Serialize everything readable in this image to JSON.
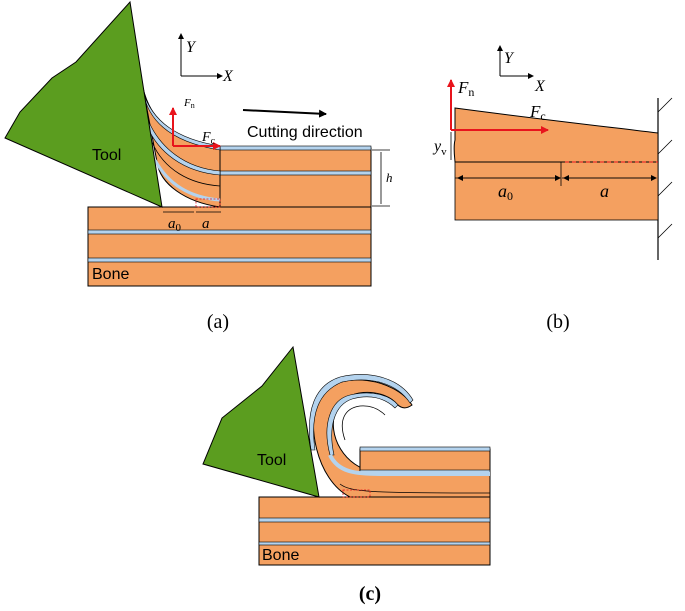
{
  "colors": {
    "tool": "#5b9d1f",
    "bone": "#f4a060",
    "interlayer": "#b4d3ee",
    "force_arrow": "#e8141c",
    "crack": "#e8141c",
    "outline": "#000000"
  },
  "panel_a": {
    "axis_y": "Y",
    "axis_x": "X",
    "tool_label": "Tool",
    "bone_label": "Bone",
    "force_normal": "F",
    "force_normal_sub": "n",
    "force_cut": "F",
    "force_cut_sub": "c",
    "direction_label": "Cutting direction",
    "depth_label": "h",
    "a0_label": "a",
    "a0_sub": "0",
    "a_label": "a",
    "caption": "(a)"
  },
  "panel_b": {
    "axis_y": "Y",
    "axis_x": "X",
    "force_normal": "F",
    "force_normal_sub": "n",
    "force_cut": "F",
    "force_cut_sub": "c",
    "deflection_label": "y",
    "deflection_sub": "v",
    "a0_label": "a",
    "a0_sub": "0",
    "a_label": "a",
    "caption": "(b)"
  },
  "panel_c": {
    "tool_label": "Tool",
    "bone_label": "Bone",
    "caption": "(c)"
  }
}
